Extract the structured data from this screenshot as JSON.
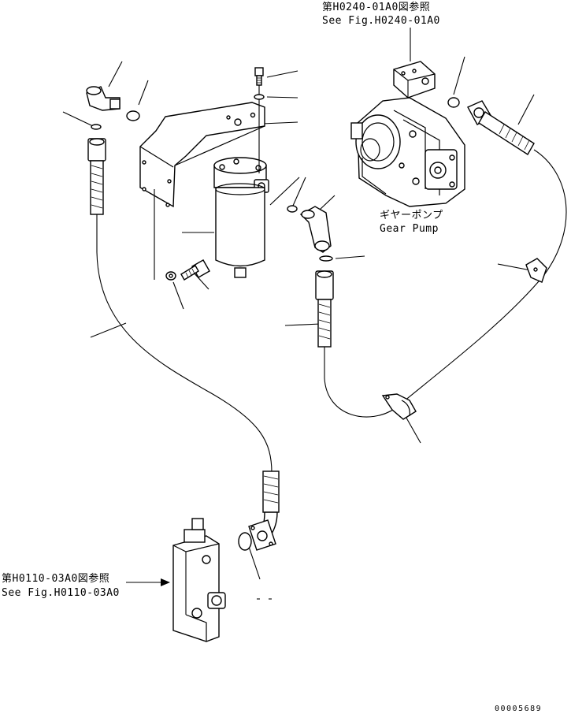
{
  "references": {
    "top": {
      "jp": "第H0240-01A0図参照",
      "en": "See Fig.H0240-01A0"
    },
    "left": {
      "jp": "第H0110-03A0図参照",
      "en": "See Fig.H0110-03A0"
    }
  },
  "labels": {
    "gear_pump_jp": "ギヤーポンプ",
    "gear_pump_en": "Gear Pump"
  },
  "drawing_number": "00005689"
}
